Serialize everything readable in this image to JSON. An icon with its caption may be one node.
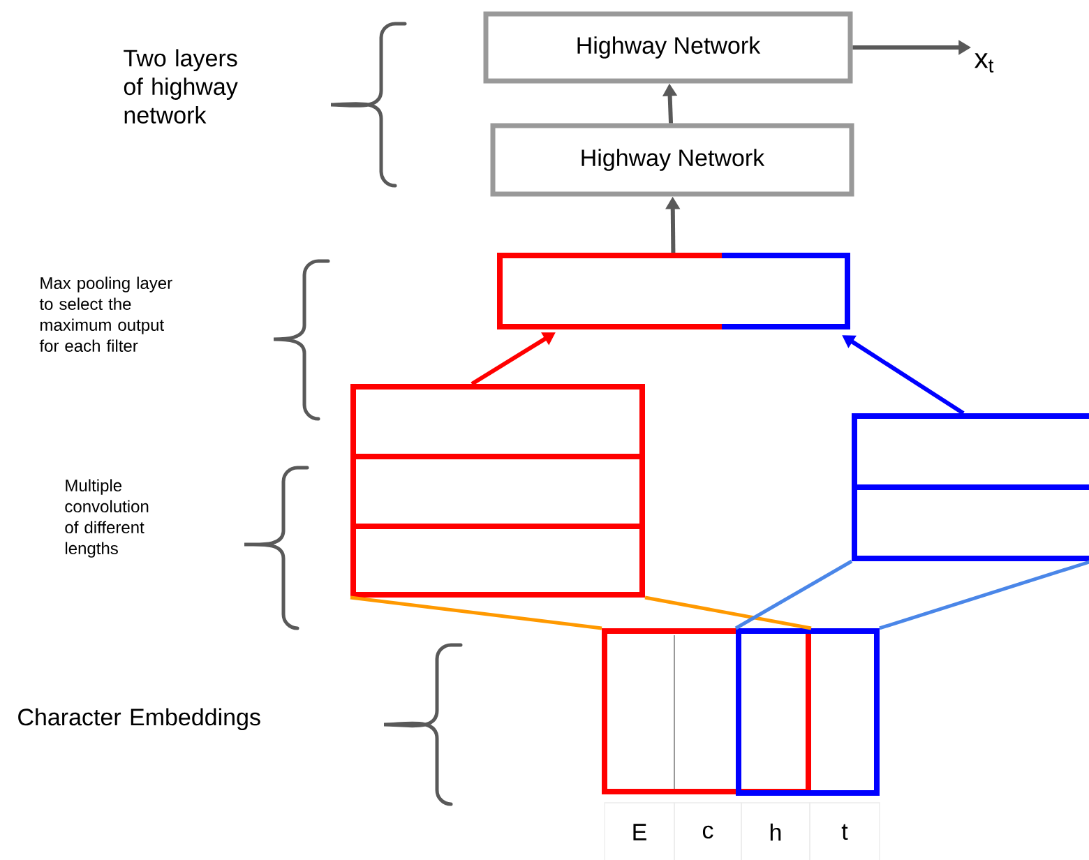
{
  "diagram": {
    "nodes": [
      {
        "text": [
          "Highway Network"
        ]
      },
      {
        "text": [
          "Highway Network"
        ]
      },
      {
        "text": [
          "x$_{t}$"
        ]
      },
      {
        "text": [],
        "shape": "box"
      },
      {
        "text": [],
        "shape": "box"
      },
      {
        "text": [],
        "shape": "box"
      },
      {
        "text": [],
        "shape": "box"
      },
      {
        "text": [],
        "shape": "box"
      }
    ],
    "edges": [
      {
        "from": 1,
        "to": 0,
        "arrow": "to"
      },
      {
        "from": 3,
        "to": 1,
        "arrow": "to"
      },
      {
        "from": 0,
        "to": 2,
        "arrow": "to"
      },
      {
        "from": 4,
        "to": 3,
        "arrow": "to",
        "color": "#ff0000"
      },
      {
        "from": 5,
        "to": 3,
        "arrow": "to",
        "color": "#0000ff"
      },
      {
        "from": 4,
        "to": 6,
        "arrow": "none",
        "color": "#ff9900"
      },
      {
        "from": 4,
        "to": 6,
        "arrow": "none",
        "color": "#ff9900"
      },
      {
        "from": 5,
        "to": 7,
        "arrow": "none",
        "color": "#4a86e8"
      },
      {
        "from": 5,
        "to": 7,
        "arrow": "none",
        "color": "#4a86e8"
      }
    ],
    "labels": [
      "Two layers of highway network",
      "Max pooling layer to select the maximum output for each filter",
      "Multiple convolution of different lengths",
      "Character Embeddings",
      "E",
      "c",
      "h",
      "t"
    ]
  }
}
